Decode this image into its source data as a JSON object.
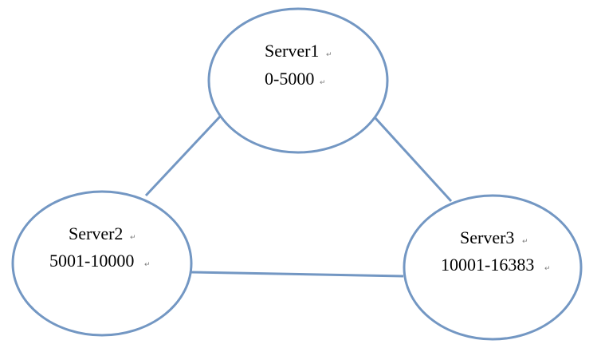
{
  "colors": {
    "stroke": "#7397c3",
    "text": "#000000",
    "mark": "#7f7f7f"
  },
  "para_mark": "↵",
  "nodes": [
    {
      "id": "server1",
      "name": "Server1",
      "range": "0-5000"
    },
    {
      "id": "server2",
      "name": "Server2",
      "range": "5001-10000"
    },
    {
      "id": "server3",
      "name": "Server3",
      "range": "10001-16383"
    }
  ],
  "edges": [
    {
      "from": "server1",
      "to": "server2"
    },
    {
      "from": "server1",
      "to": "server3"
    },
    {
      "from": "server2",
      "to": "server3"
    }
  ]
}
